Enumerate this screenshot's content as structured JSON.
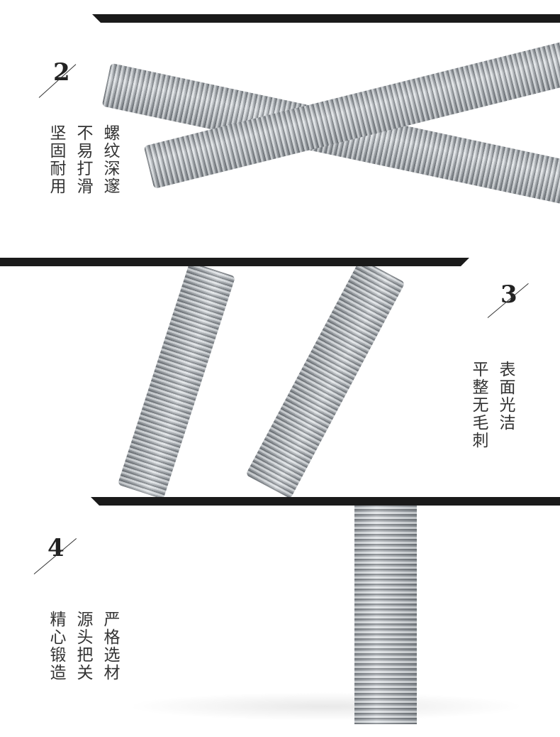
{
  "sections": [
    {
      "number": "2",
      "columns": [
        "螺纹深邃",
        "不易打滑",
        "坚固耐用"
      ]
    },
    {
      "number": "3",
      "columns": [
        "表面光洁",
        "平整无毛刺"
      ]
    },
    {
      "number": "4",
      "columns": [
        "严格选材",
        "源头把关",
        "精心锻造"
      ]
    }
  ]
}
